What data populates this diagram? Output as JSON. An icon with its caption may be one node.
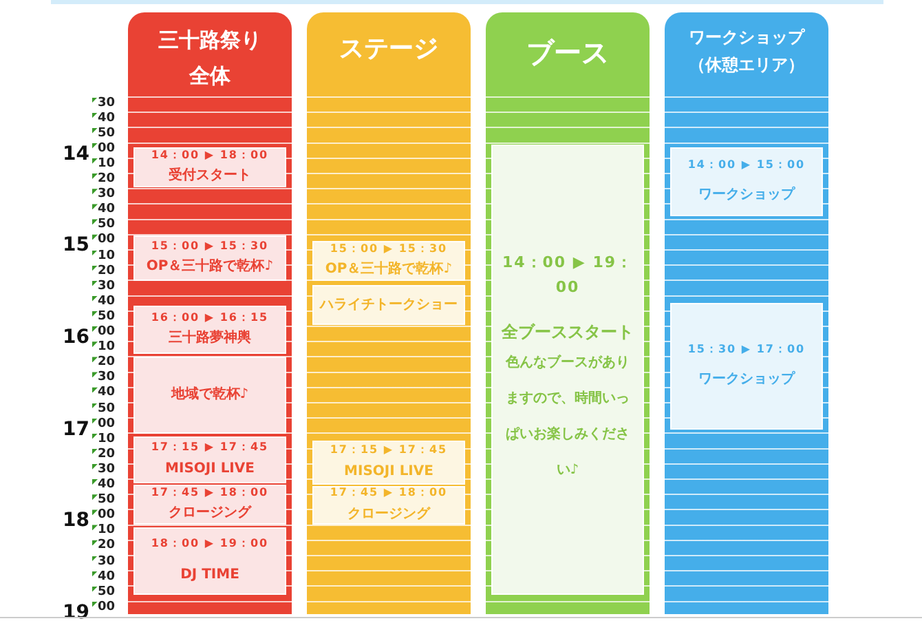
{
  "diagram": {
    "nodes": [
      {
        "text": [
          "三十路祭り全体"
        ]
      },
      {
        "text": [
          "14：00 ▶ 18：00",
          "受付スタート"
        ],
        "in": 0
      },
      {
        "text": [
          "15：00 ▶ 15：30",
          "OP＆三十路で乾杯♪"
        ],
        "in": 0
      },
      {
        "text": [
          "16：00 ▶ 16：15",
          "三十路夢神輿"
        ],
        "in": 0
      },
      {
        "text": [
          "地域で乾杯♪"
        ],
        "in": 0
      },
      {
        "text": [
          "17：15 ▶ 17：45",
          "MISOJI LIVE"
        ],
        "in": 0
      },
      {
        "text": [
          "17：45 ▶ 18：00",
          "クロージング"
        ],
        "in": 0
      },
      {
        "text": [
          "18：00 ▶ 19：00",
          "DJ TIME"
        ],
        "in": 0
      },
      {
        "text": [
          "ステージ"
        ]
      },
      {
        "text": [
          "15：00 ▶ 15：30",
          "OP＆三十路で乾杯♪"
        ],
        "in": 8
      },
      {
        "text": [
          "ハライチトークショー"
        ],
        "in": 8
      },
      {
        "text": [
          "17：15 ▶ 17：45",
          "MISOJI LIVE"
        ],
        "in": 8
      },
      {
        "text": [
          "17：45 ▶ 18：00",
          "クロージング"
        ],
        "in": 8
      },
      {
        "text": [
          "ブース"
        ]
      },
      {
        "text": [
          "14：00 ▶ 19：00",
          "全ブーススタート",
          "色んなブースがありますので、時間いっぱいお楽しみください♪"
        ],
        "in": 13
      },
      {
        "text": [
          "ワークショップ（休憩エリア）"
        ]
      },
      {
        "text": [
          "14：00 ▶ 15：00",
          "ワークショップ"
        ],
        "in": 15
      },
      {
        "text": [
          "15：30 ▶ 17：00",
          "ワークショップ"
        ],
        "in": 15
      }
    ],
    "labels": [
      "30",
      "40",
      "50",
      "14",
      "00",
      "10",
      "20",
      "30",
      "40",
      "50",
      "15",
      "00",
      "10",
      "20",
      "30",
      "40",
      "50",
      "16",
      "00",
      "10",
      "20",
      "30",
      "40",
      "50",
      "17",
      "00",
      "10",
      "20",
      "30",
      "40",
      "50",
      "18",
      "00",
      "10",
      "20",
      "30",
      "40",
      "50",
      "19",
      "00"
    ]
  }
}
